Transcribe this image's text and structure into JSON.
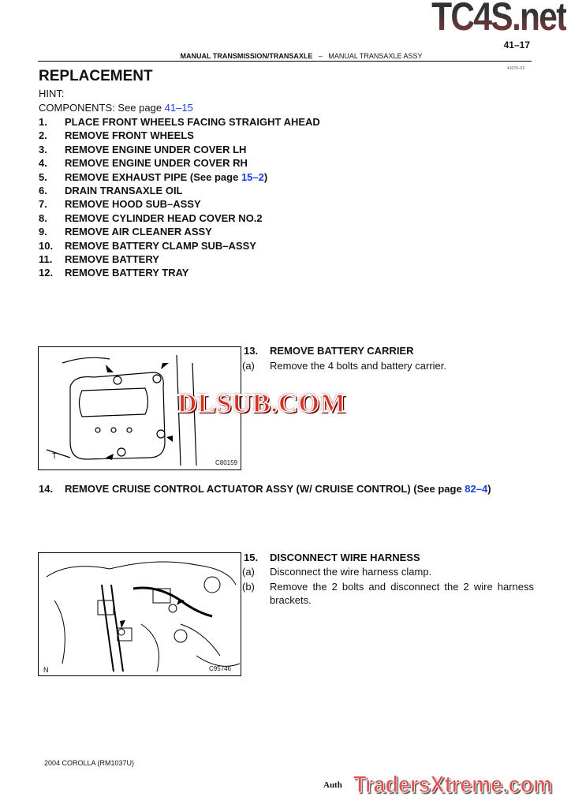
{
  "watermarks": {
    "top": "TC4S.net",
    "middle": "DLSUB.COM",
    "bottom": "TradersXtreme.com"
  },
  "header": {
    "page_number": "41–17",
    "section_bold": "MANUAL TRANSMISSION/TRANSAXLE",
    "dash": "–",
    "section": "MANUAL TRANSAXLE ASSY",
    "code": "41070–02"
  },
  "title": "REPLACEMENT",
  "hint": "HINT:",
  "components": {
    "text": "COMPONENTS: See page ",
    "link": "41–15"
  },
  "steps": [
    {
      "n": "1.",
      "text": "PLACE FRONT WHEELS FACING STRAIGHT AHEAD"
    },
    {
      "n": "2.",
      "text": "REMOVE FRONT WHEELS"
    },
    {
      "n": "3.",
      "text": "REMOVE ENGINE UNDER COVER LH"
    },
    {
      "n": "4.",
      "text": "REMOVE ENGINE UNDER COVER RH"
    },
    {
      "n": "5.",
      "text": "REMOVE EXHAUST PIPE (See page ",
      "link": "15–2",
      "after": ")"
    },
    {
      "n": "6.",
      "text": "DRAIN TRANSAXLE OIL"
    },
    {
      "n": "7.",
      "text": "REMOVE HOOD SUB–ASSY"
    },
    {
      "n": "8.",
      "text": "REMOVE CYLINDER HEAD COVER NO.2"
    },
    {
      "n": "9.",
      "text": "REMOVE AIR CLEANER ASSY"
    },
    {
      "n": "10.",
      "text": "REMOVE BATTERY CLAMP SUB–ASSY"
    },
    {
      "n": "11.",
      "text": "REMOVE BATTERY"
    },
    {
      "n": "12.",
      "text": "REMOVE BATTERY TRAY"
    }
  ],
  "step13": {
    "n": "13.",
    "text": "REMOVE BATTERY CARRIER",
    "sub": [
      {
        "n": "(a)",
        "text": "Remove the 4 bolts and battery carrier."
      }
    ],
    "fig_id": "C80159",
    "fig_mark": "T"
  },
  "step14": {
    "n": "14.",
    "text": "REMOVE CRUISE CONTROL ACTUATOR ASSY (W/ CRUISE CONTROL) (See page ",
    "link": "82–4",
    "after": ")"
  },
  "step15": {
    "n": "15.",
    "text": "DISCONNECT WIRE HARNESS",
    "sub": [
      {
        "n": "(a)",
        "text": "Disconnect the wire harness clamp."
      },
      {
        "n": "(b)",
        "text": "Remove the 2 bolts and disconnect the 2 wire harness brackets."
      }
    ],
    "fig_id": "C95746",
    "fig_mark": "N"
  },
  "footer": {
    "model": "2004 COROLLA   (RM1037U)",
    "author": "Auth"
  }
}
